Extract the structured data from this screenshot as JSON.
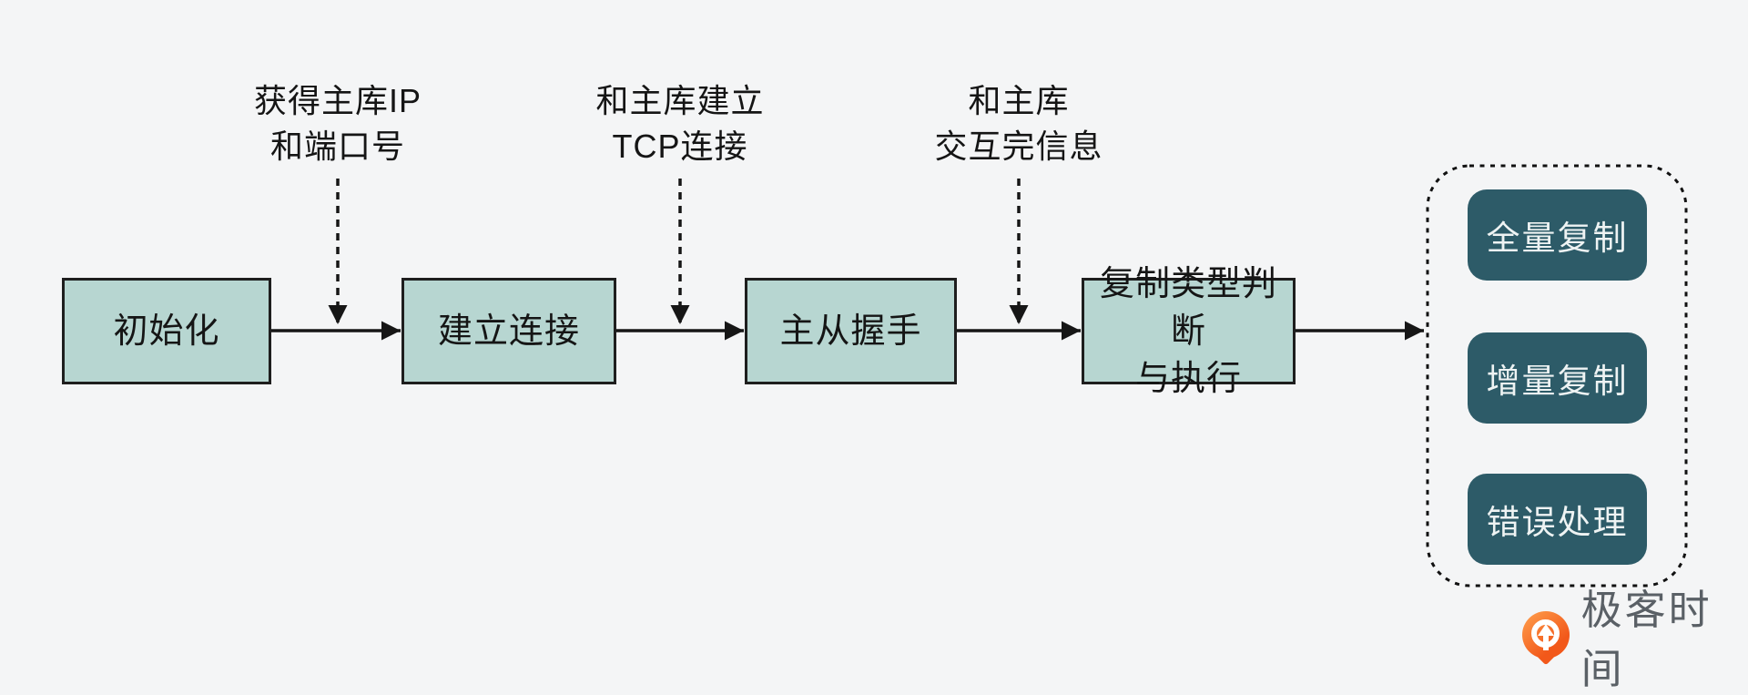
{
  "colors": {
    "background": "#f4f5f6",
    "step_fill": "#b7d6d1",
    "step_border": "#1e1e1e",
    "outcome_fill": "#2d5b68",
    "outcome_text": "#eef3f3",
    "arrow": "#161616",
    "text": "#151515",
    "logo_orange": "#f2581a",
    "logo_orange_light": "#ffa14e",
    "logo_text": "#5a6066"
  },
  "flow": {
    "steps": [
      {
        "label": "初始化"
      },
      {
        "label": "建立连接"
      },
      {
        "label": "主从握手"
      },
      {
        "label": "复制类型判断\n与执行"
      }
    ],
    "annotations": [
      {
        "label": "获得主库IP\n和端口号"
      },
      {
        "label": "和主库建立\nTCP连接"
      },
      {
        "label": "和主库\n交互完信息"
      }
    ]
  },
  "outcomes": {
    "items": [
      {
        "label": "全量复制"
      },
      {
        "label": "增量复制"
      },
      {
        "label": "错误处理"
      }
    ]
  },
  "branding": {
    "logo_icon": "geektime-pin-icon",
    "logo_text": "极客时间"
  }
}
